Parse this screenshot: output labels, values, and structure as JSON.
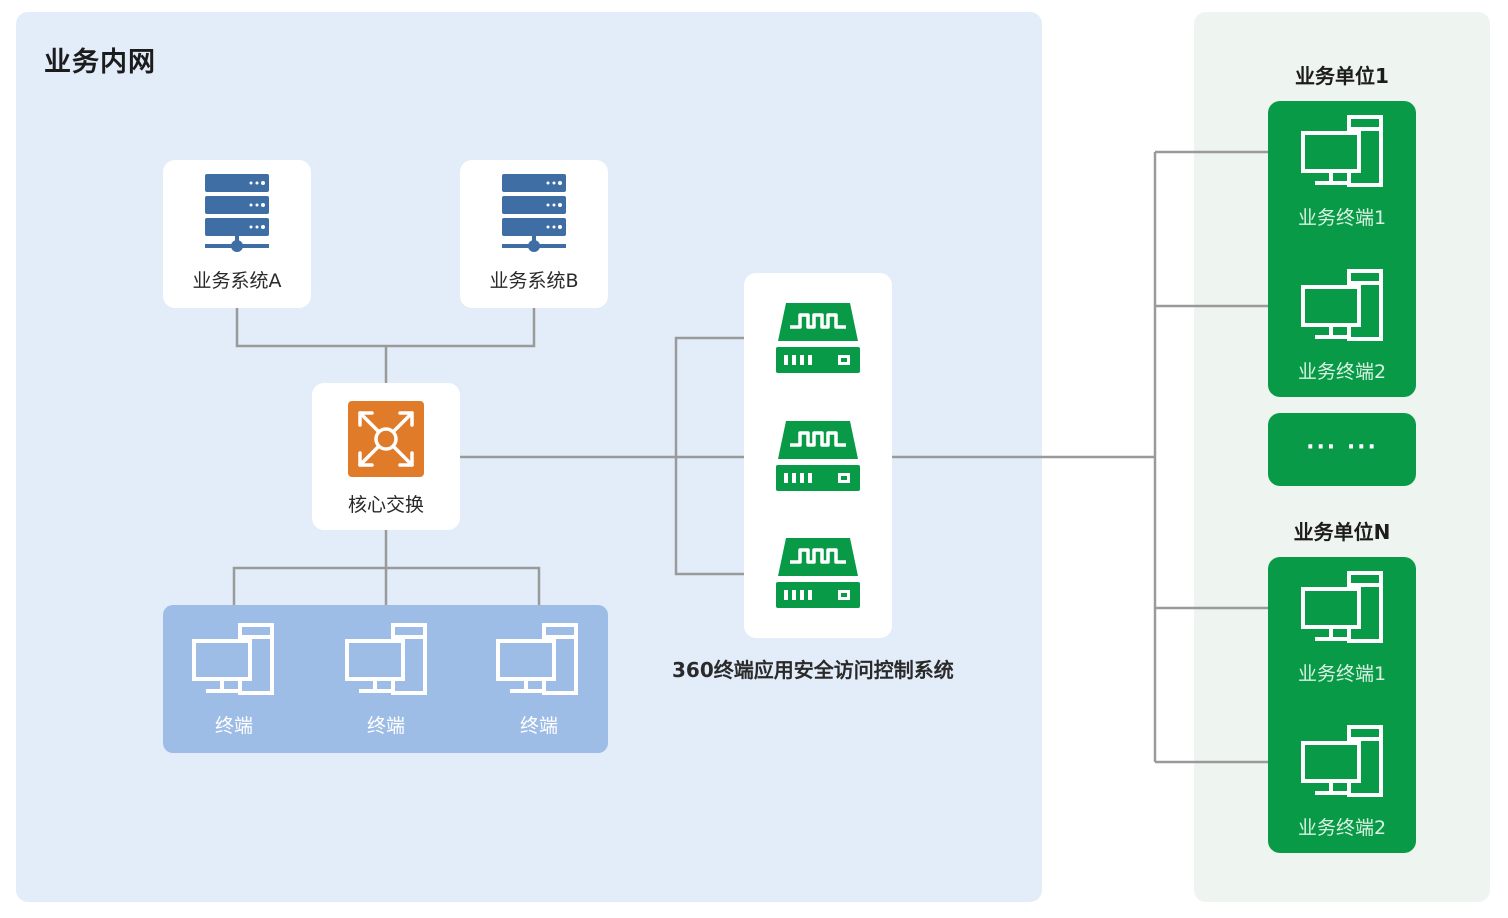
{
  "intranet": {
    "title": "业务内网",
    "systems": [
      {
        "label": "业务系统A"
      },
      {
        "label": "业务系统B"
      }
    ],
    "core_switch": {
      "label": "核心交换"
    },
    "terminals": [
      {
        "label": "终端"
      },
      {
        "label": "终端"
      },
      {
        "label": "终端"
      }
    ]
  },
  "access_control": {
    "label": "360终端应用安全访问控制系统"
  },
  "units": [
    {
      "title": "业务单位1",
      "terminals": [
        {
          "label": "业务终端1"
        },
        {
          "label": "业务终端2"
        }
      ]
    },
    {
      "title": "业务单位N",
      "terminals": [
        {
          "label": "业务终端1"
        },
        {
          "label": "业务终端2"
        }
      ]
    }
  ],
  "ellipsis": "··· ···",
  "colors": {
    "intranet_bg": "#e3ecf9",
    "units_bg": "#eef4ef",
    "server_icon": "#3f6ea4",
    "switch_icon": "#e07b2a",
    "green": "#099a48",
    "terminal_group": "#9dbde6",
    "connector": "#9a9a9a"
  }
}
